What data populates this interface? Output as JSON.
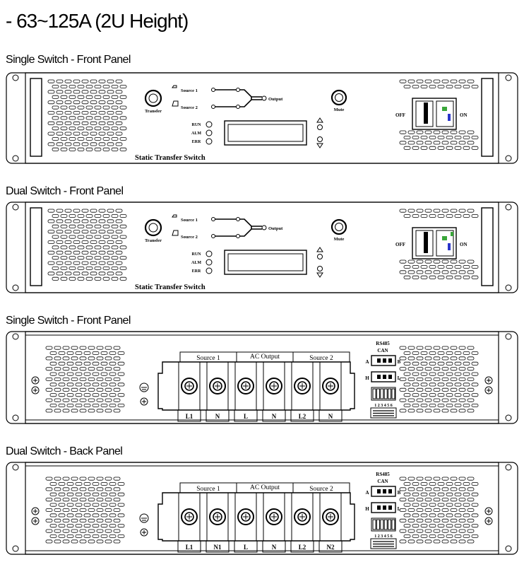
{
  "title": "- 63~125A (2U Height)",
  "sections": [
    {
      "title": "Single Switch - Front Panel"
    },
    {
      "title": "Dual Switch - Front Panel"
    },
    {
      "title": "Single Switch - Front Panel"
    },
    {
      "title": "Dual Switch - Back Panel"
    }
  ],
  "front": {
    "source1": "Source 1",
    "source2": "Source 2",
    "output": "Output",
    "transfer": "Transfer",
    "mute": "Mute",
    "run": "RUN",
    "alm": "ALM",
    "err": "ERR",
    "name": "Static Transfer Switch",
    "off": "OFF",
    "on": "ON"
  },
  "back": {
    "source1": "Source 1",
    "ac_output": "AC Output",
    "source2": "Source 2",
    "rs485": "RS485",
    "can": "CAN",
    "a": "A",
    "b": "B",
    "h": "H",
    "l": "L",
    "dip_numbers": "1 2 3 4 5 6",
    "single_terminals": [
      "L1",
      "N",
      "L",
      "N",
      "L2",
      "N"
    ],
    "dual_terminals": [
      "L1",
      "N1",
      "L",
      "N",
      "L2",
      "N2"
    ]
  }
}
